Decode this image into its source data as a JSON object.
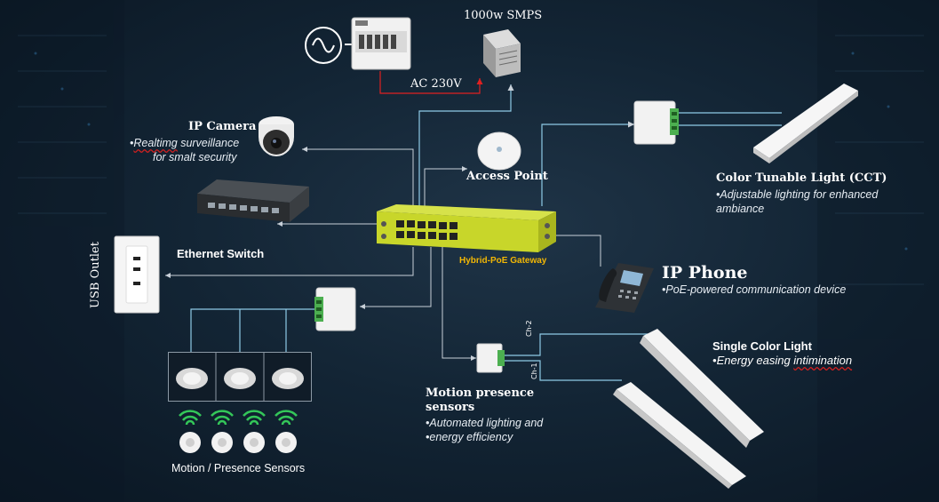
{
  "labels": {
    "smps": "1000w SMPS",
    "ac": "AC 230V",
    "ip_camera_title": "IP Camera",
    "ip_camera_desc_1a": "Realtimg",
    "ip_camera_desc_1b": " surveillance",
    "ip_camera_desc_2": "for smalt security",
    "access_point": "Access Point",
    "ethernet_switch": "Ethernet Switch",
    "usb_outlet": "USB Outlet",
    "gateway": "Hybrid-PoE Gateway",
    "cct_title": "Color Tunable Light (CCT)",
    "cct_desc_1": "Adjustable lighting for enhanced",
    "cct_desc_2": "ambiance",
    "ip_phone_title": "IP Phone",
    "ip_phone_desc": "PoE-powered communication device",
    "single_title": "Single Color Light",
    "single_desc_a": "Energy easing ",
    "single_desc_b": "intimination",
    "motion_title_1": "Motion presence",
    "motion_title_2": "sensors",
    "motion_desc_1": "Automated lighting and",
    "motion_desc_2": "energy efficiency",
    "sensors_caption": "Motion / Presence Sensors",
    "ch2": "Ch-2",
    "ch1": "Ch-1",
    "bullet": "•"
  },
  "colors": {
    "wire": "#8ecae6",
    "ac_wire": "#e02020",
    "gateway": "#c8d62a",
    "cable": "#b9c1c8"
  }
}
